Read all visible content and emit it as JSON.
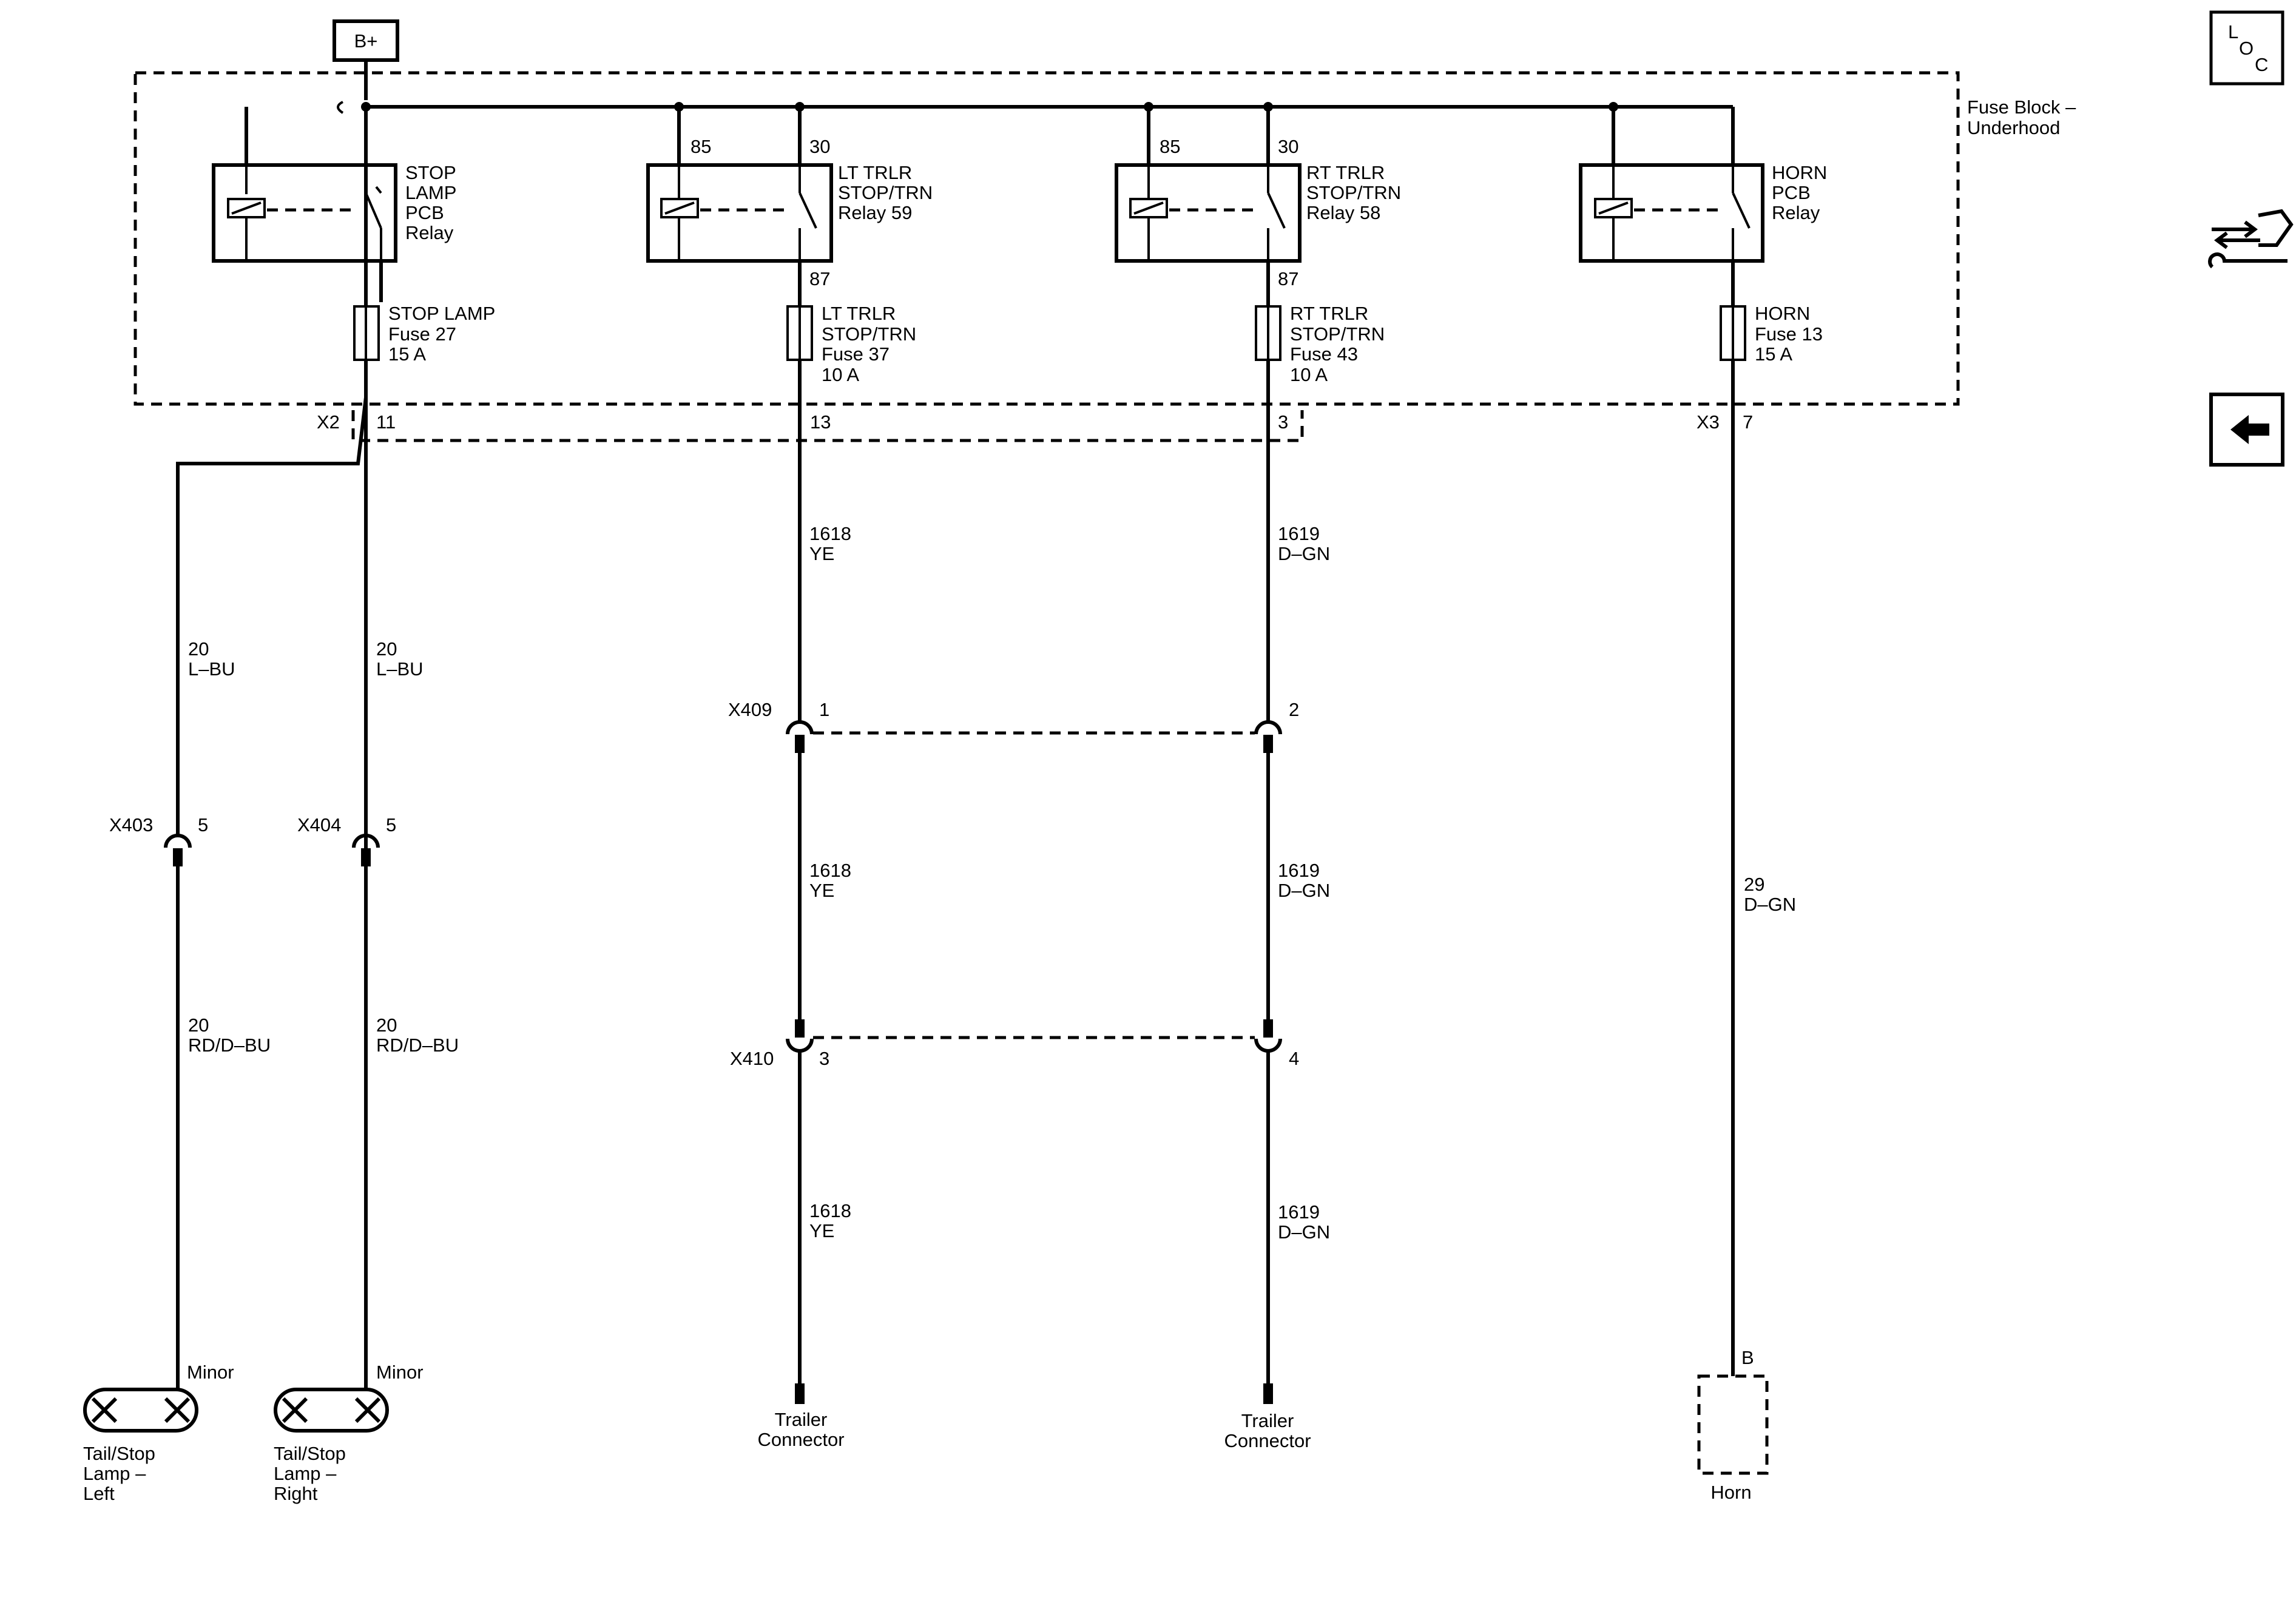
{
  "power": {
    "label": "B+"
  },
  "fuse_block": {
    "label_line1": "Fuse Block –",
    "label_line2": "Underhood"
  },
  "relays": [
    {
      "lines": [
        "STOP",
        "LAMP",
        "PCB",
        "Relay"
      ],
      "pin_coil": "",
      "pin_switch": "",
      "pin_out": ""
    },
    {
      "lines": [
        "LT TRLR",
        "STOP/TRN",
        "Relay 59"
      ],
      "pin_coil": "85",
      "pin_switch": "30",
      "pin_out": "87"
    },
    {
      "lines": [
        "RT TRLR",
        "STOP/TRN",
        "Relay 58"
      ],
      "pin_coil": "85",
      "pin_switch": "30",
      "pin_out": "87"
    },
    {
      "lines": [
        "HORN",
        "PCB",
        "Relay"
      ],
      "pin_coil": "",
      "pin_switch": "",
      "pin_out": ""
    }
  ],
  "fuses": [
    {
      "lines": [
        "STOP LAMP",
        "Fuse 27",
        "15 A"
      ]
    },
    {
      "lines": [
        "LT TRLR",
        "STOP/TRN",
        "Fuse 37",
        "10 A"
      ]
    },
    {
      "lines": [
        "RT TRLR",
        "STOP/TRN",
        "Fuse 43",
        "10 A"
      ]
    },
    {
      "lines": [
        "HORN",
        "Fuse 13",
        "15 A"
      ]
    }
  ],
  "connectors": {
    "x2": {
      "name": "X2",
      "pins": [
        "11",
        "13",
        "3"
      ]
    },
    "x3": {
      "name": "X3",
      "pin": "7"
    },
    "x409": {
      "name": "X409",
      "pins": [
        "1",
        "2"
      ]
    },
    "x410": {
      "name": "X410",
      "pins": [
        "3",
        "4"
      ]
    },
    "x403": {
      "name": "X403",
      "pin": "5"
    },
    "x404": {
      "name": "X404",
      "pin": "5"
    }
  },
  "wires": {
    "left_upper": [
      "20",
      "L–BU"
    ],
    "right_upper": [
      "20",
      "L–BU"
    ],
    "left_lower": [
      "20",
      "RD/D–BU"
    ],
    "right_lower": [
      "20",
      "RD/D–BU"
    ],
    "lt_trlr_1": [
      "1618",
      "YE"
    ],
    "lt_trlr_2": [
      "1618",
      "YE"
    ],
    "lt_trlr_3": [
      "1618",
      "YE"
    ],
    "rt_trlr_1": [
      "1619",
      "D–GN"
    ],
    "rt_trlr_2": [
      "1619",
      "D–GN"
    ],
    "rt_trlr_3": [
      "1619",
      "D–GN"
    ],
    "horn": [
      "29",
      "D–GN"
    ]
  },
  "components": {
    "lamp_left": {
      "tag": "Minor",
      "lines": [
        "Tail/Stop",
        "Lamp –",
        "Left"
      ]
    },
    "lamp_right": {
      "tag": "Minor",
      "lines": [
        "Tail/Stop",
        "Lamp –",
        "Right"
      ]
    },
    "trailer_left": {
      "lines": [
        "Trailer",
        "Connector"
      ]
    },
    "trailer_right": {
      "lines": [
        "Trailer",
        "Connector"
      ]
    },
    "horn": {
      "pin": "B",
      "label": "Horn"
    }
  },
  "nav": {
    "loc": {
      "l": "L",
      "o": "O",
      "c": "C",
      "icon": "loc-icon"
    },
    "connector_icon": "connector-wrench-icon",
    "back_icon": "back-arrow-icon"
  }
}
